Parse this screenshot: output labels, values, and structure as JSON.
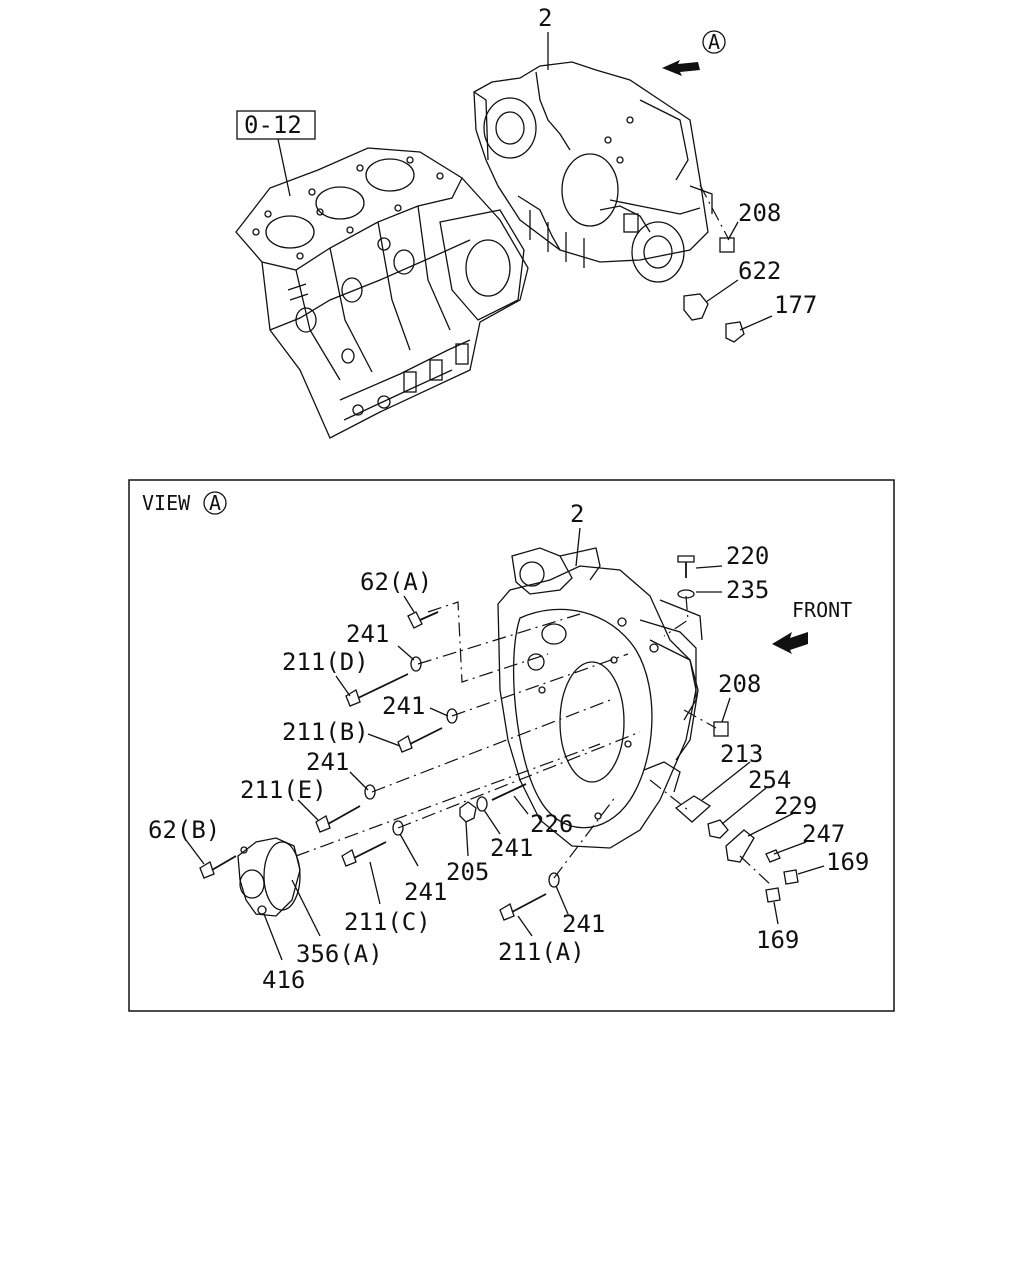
{
  "labels": {
    "top_2": "2",
    "view_ref": "A",
    "ref_box": "0-12",
    "top_208": "208",
    "top_622": "622",
    "top_177": "177",
    "view_title": "VIEW",
    "view_circle": "A",
    "v_2": "2",
    "v_220": "220",
    "v_235": "235",
    "front": "FRONT",
    "v_62a": "62(A)",
    "v_241a": "241",
    "v_211d": "211(D)",
    "v_241b": "241",
    "v_208": "208",
    "v_211b": "211(B)",
    "v_213": "213",
    "v_241c": "241",
    "v_254": "254",
    "v_211e": "211(E)",
    "v_229": "229",
    "v_247": "247",
    "v_226": "226",
    "v_62b": "62(B)",
    "v_169a": "169",
    "v_241d": "241",
    "v_205": "205",
    "v_241e": "241",
    "v_241f": "241",
    "v_211c": "211(C)",
    "v_211a": "211(A)",
    "v_169b": "169",
    "v_356a": "356(A)",
    "v_416": "416"
  }
}
